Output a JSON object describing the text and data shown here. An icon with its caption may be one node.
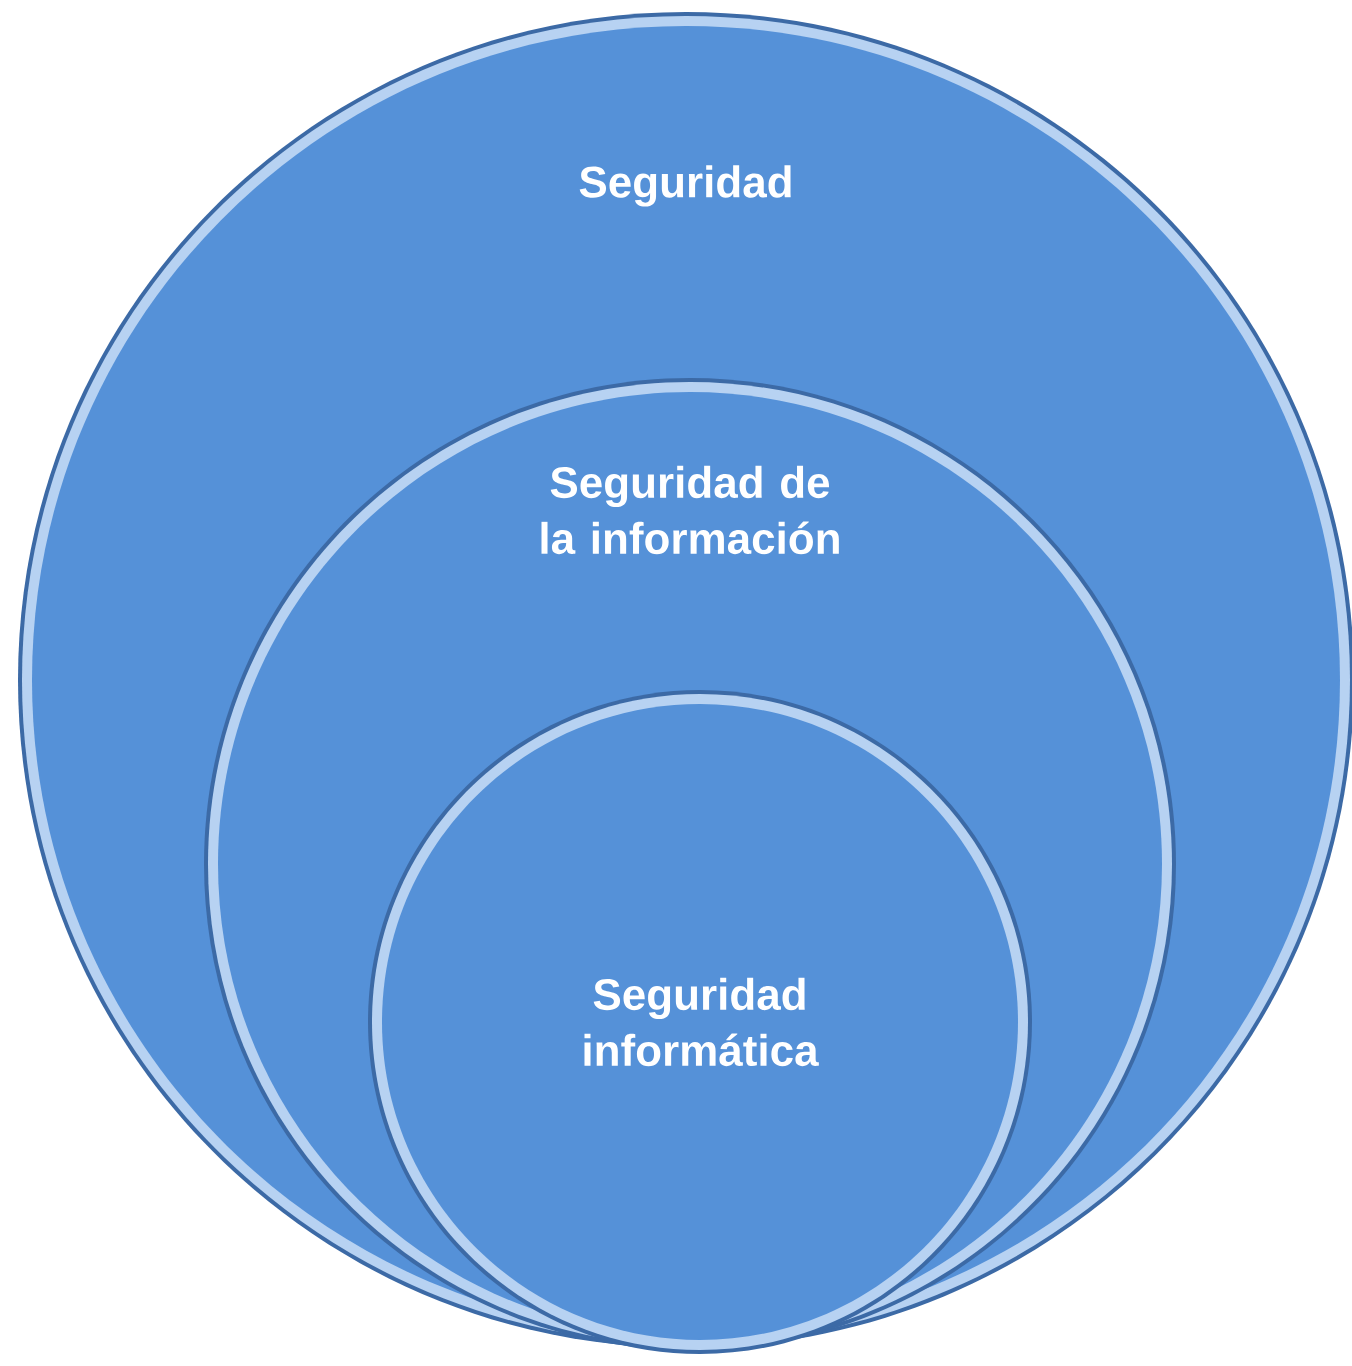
{
  "diagram": {
    "nodes": [
      {
        "text": [
          "Seguridad"
        ]
      },
      {
        "text": [
          "Seguridad de la información"
        ],
        "in": 0
      },
      {
        "text": [
          "Seguridad informática"
        ],
        "in": 1
      }
    ]
  }
}
